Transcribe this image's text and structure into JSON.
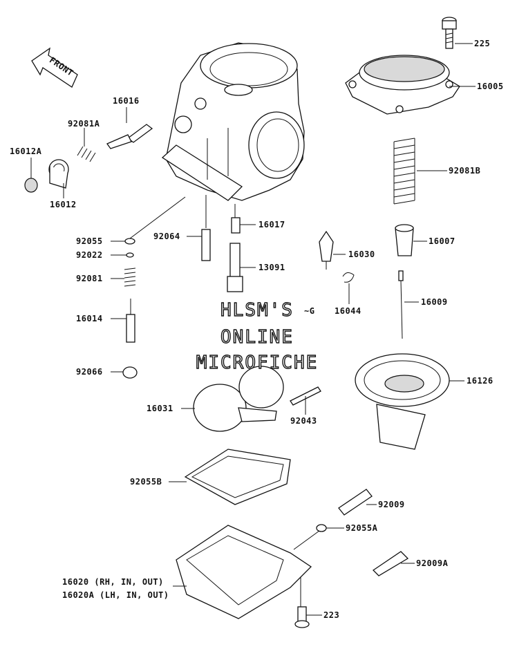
{
  "watermark": {
    "line1": "HLSM'S",
    "line2": "ONLINE",
    "line3": "MICROFICHE"
  },
  "front_arrow": {
    "label": "FRONT"
  },
  "labels": {
    "p225": "225",
    "p16005": "16005",
    "p16016": "16016",
    "p92081A": "92081A",
    "p16012A": "16012A",
    "p16012": "16012",
    "p92081B": "92081B",
    "p16017": "16017",
    "p92055": "92055",
    "p92064": "92064",
    "p92022": "92022",
    "p16030": "16030",
    "p16007": "16007",
    "p92081": "92081",
    "p13091": "13091",
    "p16009": "16009",
    "p16044": "16044",
    "p16014": "16014",
    "p92066": "92066",
    "p16126": "16126",
    "p16031": "16031",
    "p92043": "92043",
    "p92055B": "92055B",
    "p92009": "92009",
    "p92055A": "92055A",
    "p92009A": "92009A",
    "p16020": "16020 (RH, IN, OUT)",
    "p16020A": "16020A (LH, IN, OUT)",
    "p223": "223",
    "partial_note": "~G"
  }
}
